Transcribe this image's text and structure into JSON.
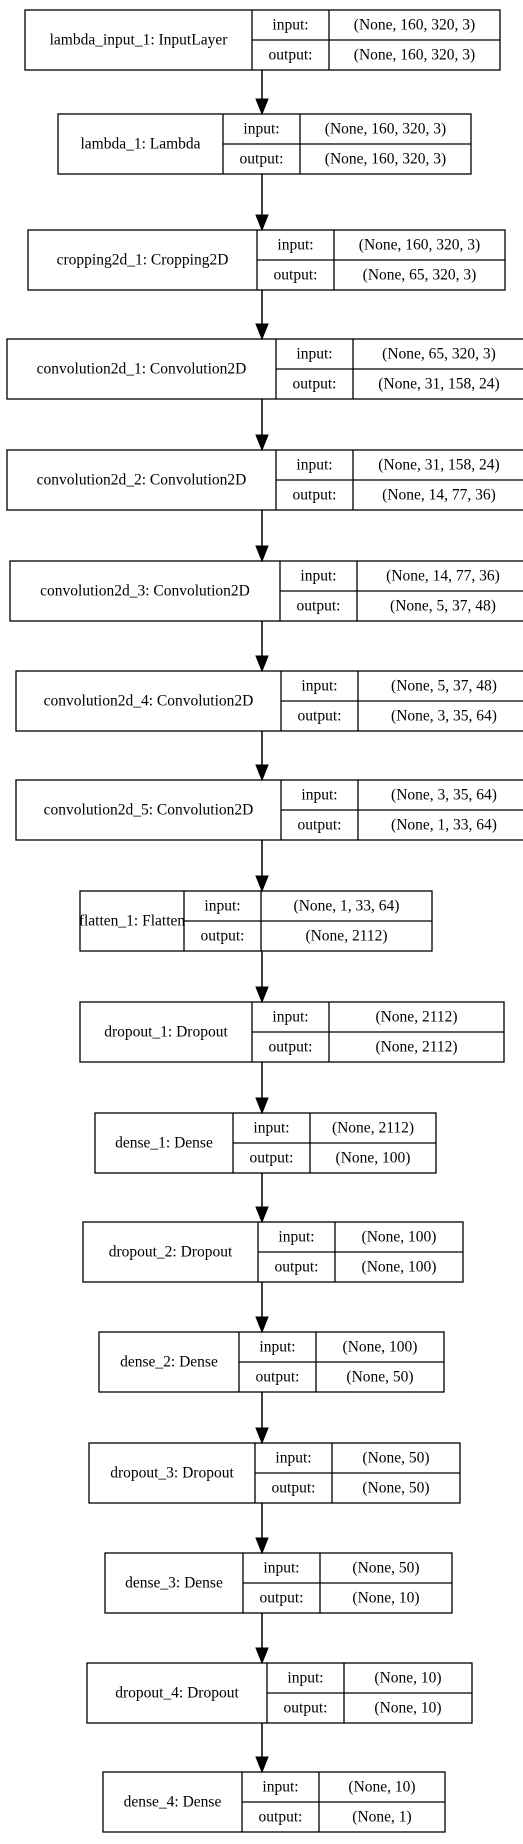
{
  "labels": {
    "input": "input:",
    "output": "output:"
  },
  "layers": [
    {
      "name": "lambda_input_1: InputLayer",
      "input": "(None, 160, 320, 3)",
      "output": "(None, 160, 320, 3)"
    },
    {
      "name": "lambda_1: Lambda",
      "input": "(None, 160, 320, 3)",
      "output": "(None, 160, 320, 3)"
    },
    {
      "name": "cropping2d_1: Cropping2D",
      "input": "(None, 160, 320, 3)",
      "output": "(None, 65, 320, 3)"
    },
    {
      "name": "convolution2d_1: Convolution2D",
      "input": "(None, 65, 320, 3)",
      "output": "(None, 31, 158, 24)"
    },
    {
      "name": "convolution2d_2: Convolution2D",
      "input": "(None, 31, 158, 24)",
      "output": "(None, 14, 77, 36)"
    },
    {
      "name": "convolution2d_3: Convolution2D",
      "input": "(None, 14, 77, 36)",
      "output": "(None, 5, 37, 48)"
    },
    {
      "name": "convolution2d_4: Convolution2D",
      "input": "(None, 5, 37, 48)",
      "output": "(None, 3, 35, 64)"
    },
    {
      "name": "convolution2d_5: Convolution2D",
      "input": "(None, 3, 35, 64)",
      "output": "(None, 1, 33, 64)"
    },
    {
      "name": "flatten_1: Flatten",
      "input": "(None, 1, 33, 64)",
      "output": "(None, 2112)"
    },
    {
      "name": "dropout_1: Dropout",
      "input": "(None, 2112)",
      "output": "(None, 2112)"
    },
    {
      "name": "dense_1: Dense",
      "input": "(None, 2112)",
      "output": "(None, 100)"
    },
    {
      "name": "dropout_2: Dropout",
      "input": "(None, 100)",
      "output": "(None, 100)"
    },
    {
      "name": "dense_2: Dense",
      "input": "(None, 100)",
      "output": "(None, 50)"
    },
    {
      "name": "dropout_3: Dropout",
      "input": "(None, 50)",
      "output": "(None, 50)"
    },
    {
      "name": "dense_3: Dense",
      "input": "(None, 50)",
      "output": "(None, 10)"
    },
    {
      "name": "dropout_4: Dropout",
      "input": "(None, 10)",
      "output": "(None, 10)"
    },
    {
      "name": "dense_4: Dense",
      "input": "(None, 10)",
      "output": "(None, 1)"
    }
  ]
}
